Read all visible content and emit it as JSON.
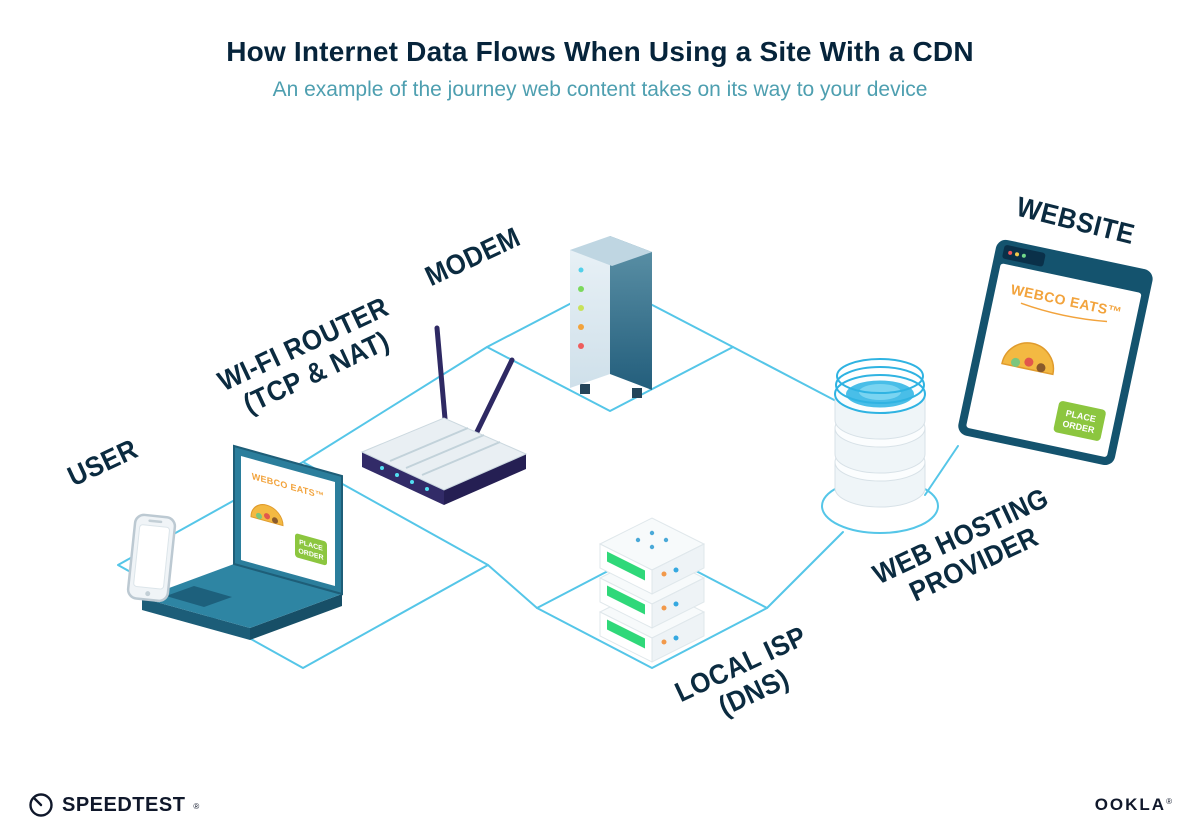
{
  "header": {
    "title": "How Internet Data Flows When Using a Site With a CDN",
    "subtitle": "An example of the journey web content takes on its way to your device"
  },
  "nodes": [
    {
      "id": "user",
      "label_lines": [
        "USER"
      ]
    },
    {
      "id": "wifi-router",
      "label_lines": [
        "WI-FI ROUTER",
        "(TCP & NAT)"
      ]
    },
    {
      "id": "modem",
      "label_lines": [
        "MODEM"
      ]
    },
    {
      "id": "local-isp",
      "label_lines": [
        "LOCAL ISP",
        "(DNS)"
      ]
    },
    {
      "id": "web-hosting-provider",
      "label_lines": [
        "WEB HOSTING",
        "PROVIDER"
      ]
    },
    {
      "id": "website",
      "label_lines": [
        "WEBSITE"
      ]
    }
  ],
  "website_mock": {
    "brand": "WEBCO EATS™",
    "button_lines": [
      "PLACE",
      "ORDER"
    ]
  },
  "footer": {
    "speedtest": "SPEEDTEST",
    "speedtest_mark": "®",
    "ookla": "OOKLA",
    "ookla_mark": "®"
  },
  "colors": {
    "line_cyan": "#55C6E8",
    "title_navy": "#06243B",
    "subtitle_teal": "#4E9FB0",
    "label_navy": "#0B2B40",
    "device_teal": "#2B7E9C",
    "browser_frame_teal": "#14536E",
    "router_navy": "#322B68",
    "server_green": "#2FD879",
    "button_green": "#8CC63F",
    "brand_orange": "#F2A33C",
    "water_blue": "#49BEE8",
    "logo_ink": "#10182B"
  }
}
